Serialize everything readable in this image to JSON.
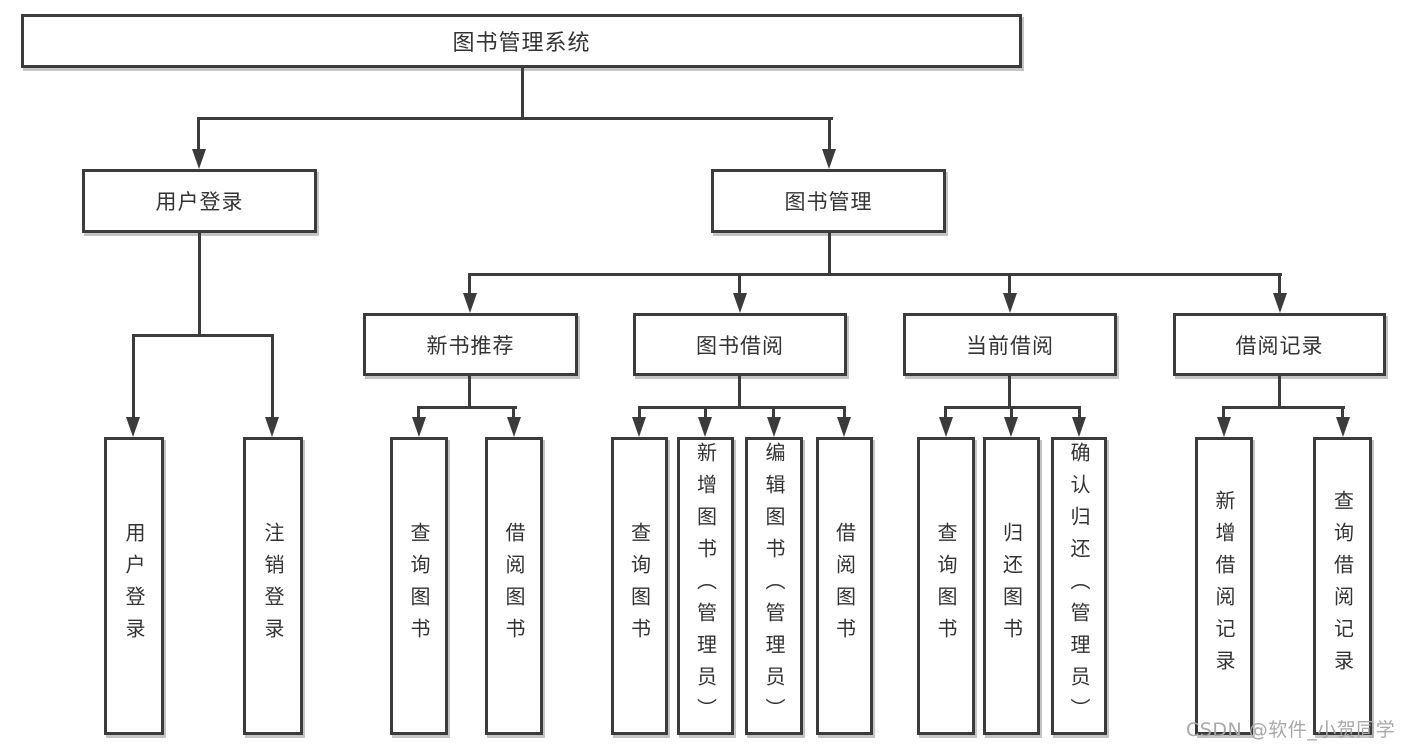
{
  "diagram": {
    "tree": {
      "label": "图书管理系统",
      "children": [
        {
          "label": "用户登录",
          "children": [
            {
              "label": "用户登录"
            },
            {
              "label": "注销登录"
            }
          ]
        },
        {
          "label": "图书管理",
          "children": [
            {
              "label": "新书推荐",
              "children": [
                {
                  "label": "查询图书"
                },
                {
                  "label": "借阅图书"
                }
              ]
            },
            {
              "label": "图书借阅",
              "children": [
                {
                  "label": "查询图书"
                },
                {
                  "label": "新增图书（管理员）"
                },
                {
                  "label": "编辑图书（管理员）"
                },
                {
                  "label": "借阅图书"
                }
              ]
            },
            {
              "label": "当前借阅",
              "children": [
                {
                  "label": "查询图书"
                },
                {
                  "label": "归还图书"
                },
                {
                  "label": "确认归还（管理员）"
                }
              ]
            },
            {
              "label": "借阅记录",
              "children": [
                {
                  "label": "新增借阅记录"
                },
                {
                  "label": "查询借阅记录"
                }
              ]
            }
          ]
        }
      ]
    },
    "style": {
      "line_color": "#3b3b3b",
      "box_border_color": "#3b3b3b",
      "box_background": "#ffffff",
      "text_color": "#333333",
      "watermark_color": "#a8a8a8",
      "background": "#ffffff"
    }
  },
  "watermark": {
    "text": "CSDN @软件_小贺同学"
  }
}
